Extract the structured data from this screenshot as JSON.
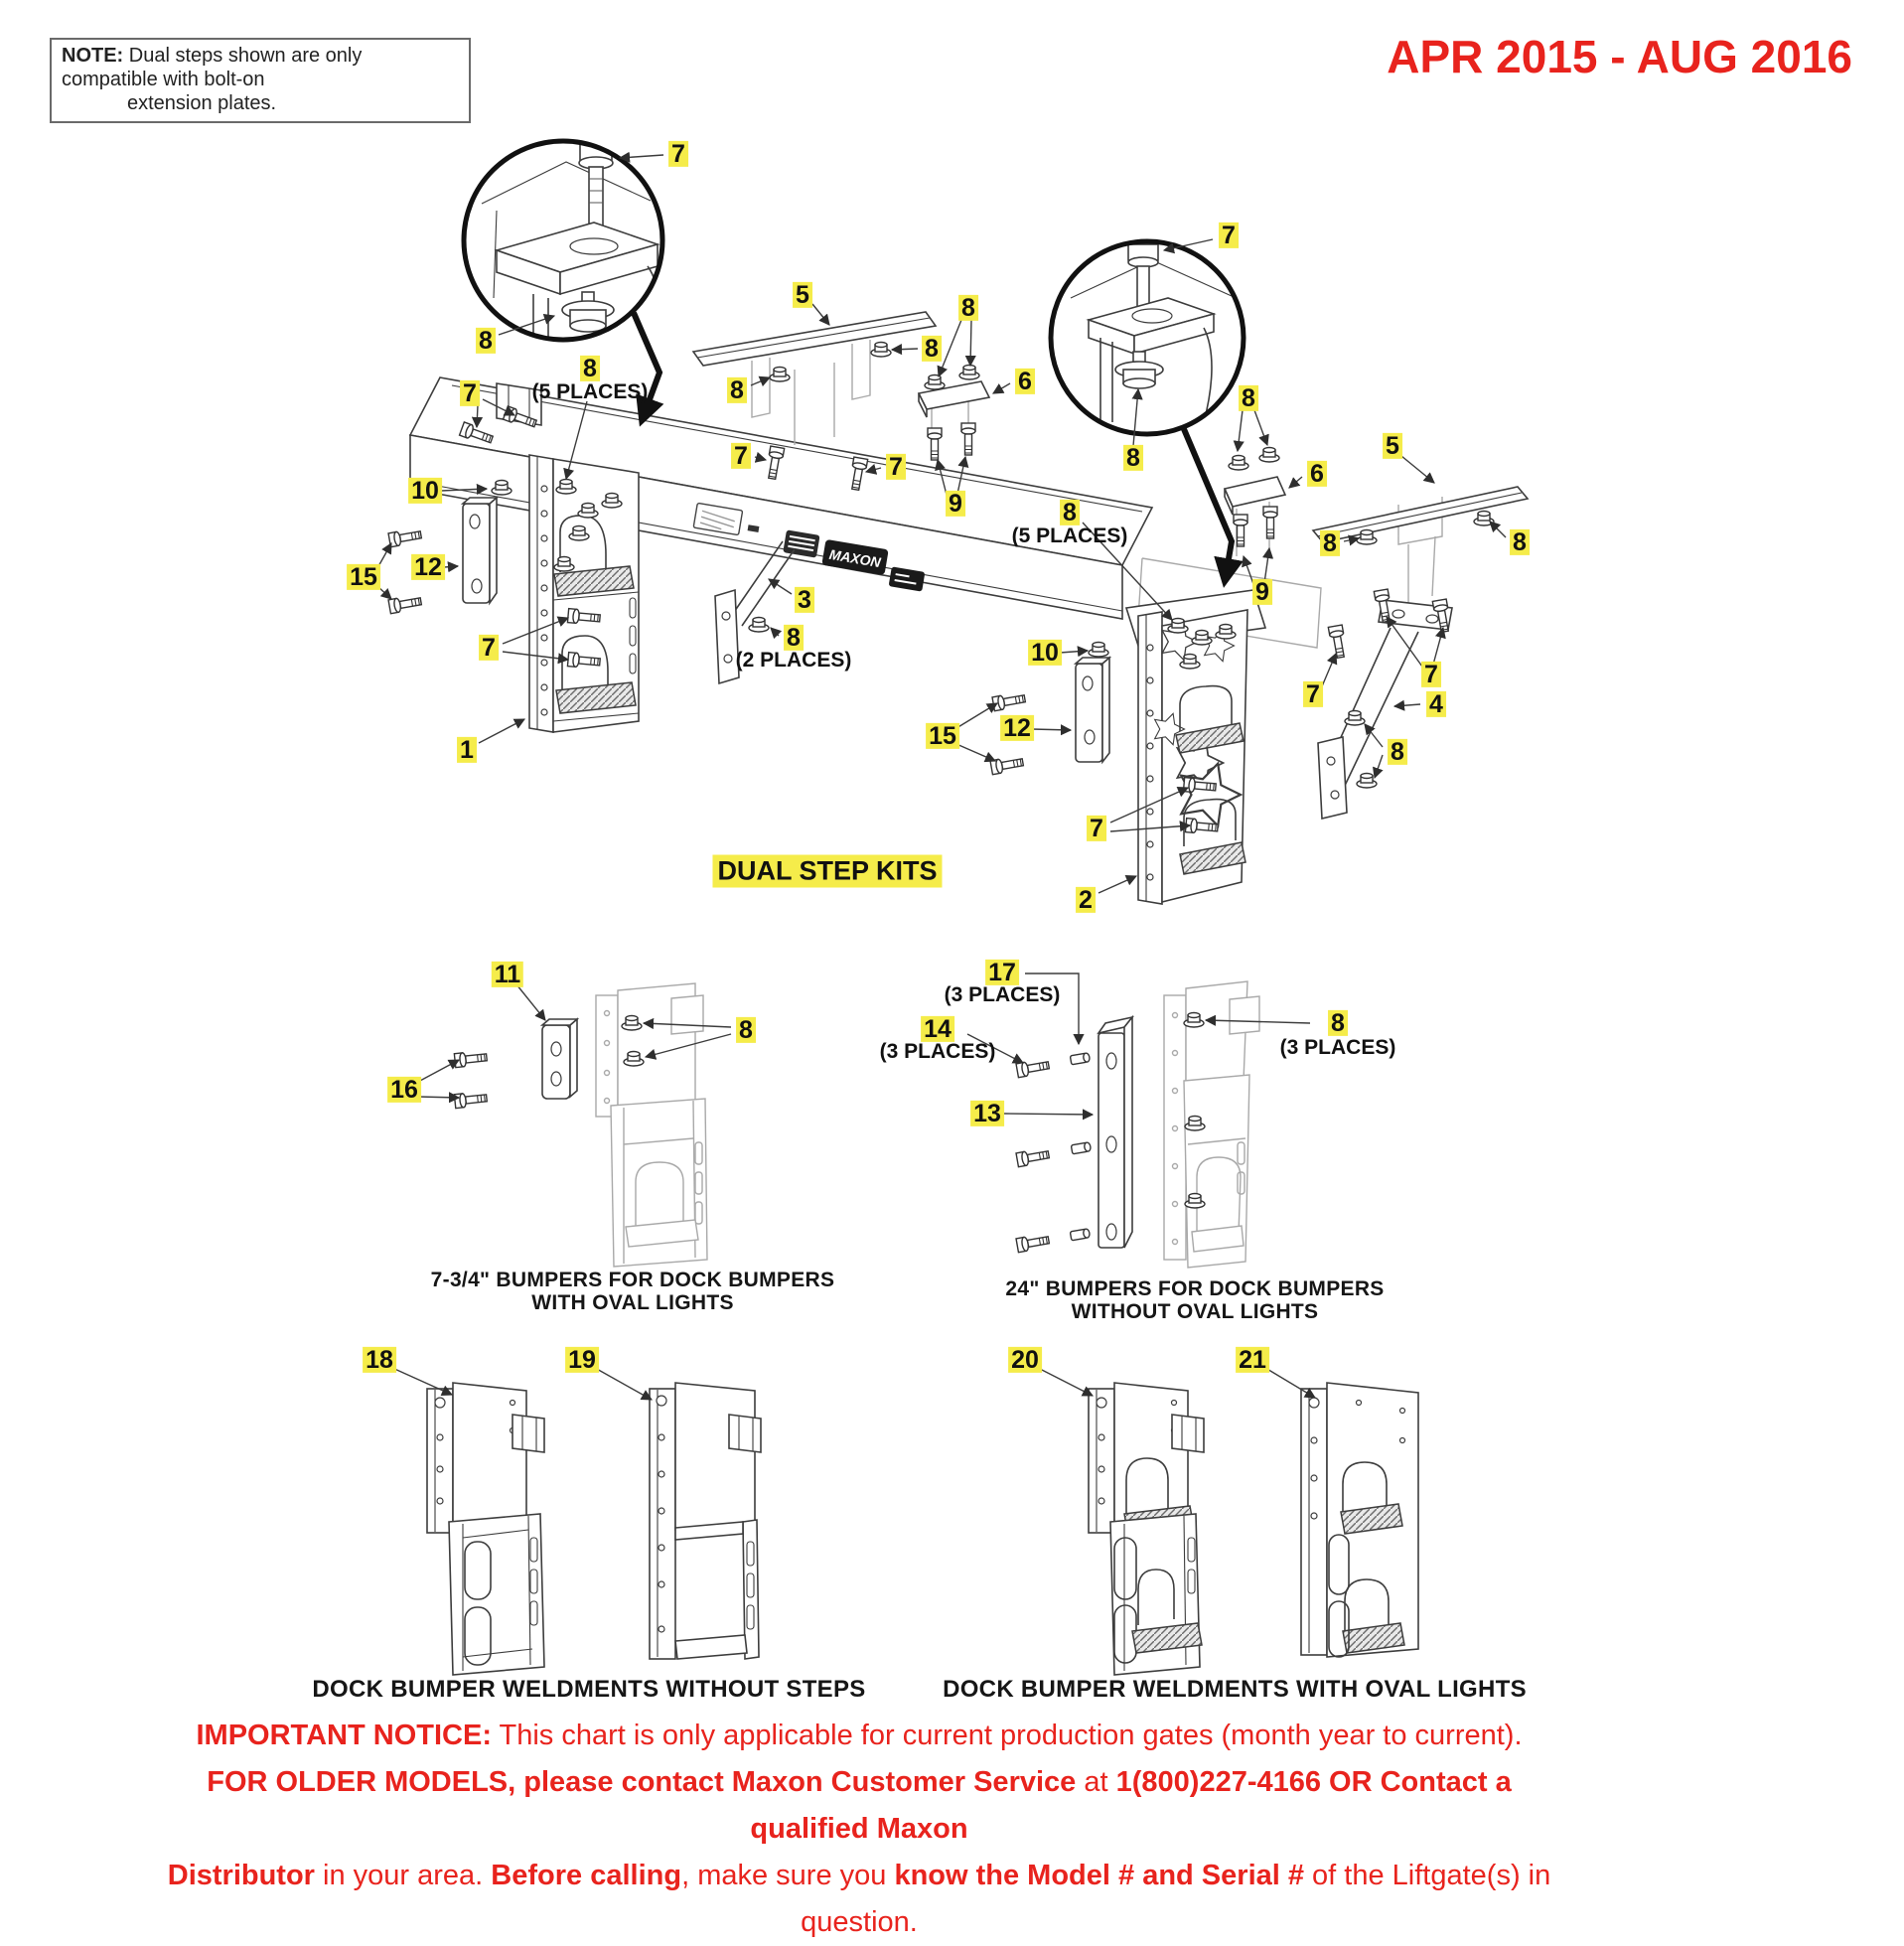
{
  "note": {
    "label": "NOTE:",
    "line1": "Dual steps shown are only compatible with bolt-on",
    "line2": "extension plates."
  },
  "title": "APR 2015 - AUG 2016",
  "diagram": {
    "main_caption": "DUAL STEP KITS",
    "brand_decal": "MAXON",
    "sections": {
      "bumpers_734": {
        "line1": "7-3/4\" BUMPERS FOR DOCK BUMPERS",
        "line2": "WITH OVAL LIGHTS"
      },
      "bumpers_24": {
        "line1": "24\" BUMPERS FOR DOCK BUMPERS",
        "line2": "WITHOUT OVAL LIGHTS"
      },
      "weldments_without_steps": "DOCK BUMPER WELDMENTS WITHOUT STEPS",
      "weldments_with_oval_lights": "DOCK BUMPER WELDMENTS WITH OVAL LIGHTS"
    },
    "callouts": [
      {
        "label": "7"
      },
      {
        "label": "8"
      },
      {
        "label": "8",
        "places": "(5 PLACES)"
      },
      {
        "label": "7"
      },
      {
        "label": "10"
      },
      {
        "label": "12"
      },
      {
        "label": "15"
      },
      {
        "label": "7"
      },
      {
        "label": "1"
      },
      {
        "label": "5"
      },
      {
        "label": "8"
      },
      {
        "label": "8"
      },
      {
        "label": "8"
      },
      {
        "label": "6"
      },
      {
        "label": "7"
      },
      {
        "label": "7"
      },
      {
        "label": "9"
      },
      {
        "label": "8",
        "places": "(5 PLACES)"
      },
      {
        "label": "3"
      },
      {
        "label": "8",
        "places": "(2 PLACES)"
      },
      {
        "label": "10"
      },
      {
        "label": "12"
      },
      {
        "label": "15"
      },
      {
        "label": "7"
      },
      {
        "label": "2"
      },
      {
        "label": "7"
      },
      {
        "label": "8"
      },
      {
        "label": "8"
      },
      {
        "label": "6"
      },
      {
        "label": "5"
      },
      {
        "label": "8"
      },
      {
        "label": "8"
      },
      {
        "label": "9"
      },
      {
        "label": "7"
      },
      {
        "label": "7"
      },
      {
        "label": "4"
      },
      {
        "label": "8"
      },
      {
        "label": "11"
      },
      {
        "label": "8"
      },
      {
        "label": "16"
      },
      {
        "label": "17",
        "places": "(3 PLACES)"
      },
      {
        "label": "14",
        "places": "(3 PLACES)"
      },
      {
        "label": "8",
        "places": "(3 PLACES)"
      },
      {
        "label": "13"
      },
      {
        "label": "18"
      },
      {
        "label": "19"
      },
      {
        "label": "20"
      },
      {
        "label": "21"
      }
    ]
  },
  "notice": {
    "line1_strong": "IMPORTANT NOTICE:",
    "line1_rest": " This chart is only applicable for current production gates (month year to current).",
    "line2_strong1": "FOR OLDER MODELS, please contact Maxon Customer Service",
    "line2_mid": " at ",
    "line2_strong2": "1(800)227-4166 OR Contact a qualified Maxon",
    "line3_strong1": "Distributor",
    "line3_mid1": " in your area. ",
    "line3_strong2": "Before calling",
    "line3_mid2": ", make sure you ",
    "line3_strong3": "know the Model # and Serial #",
    "line3_rest": " of the Liftgate(s) in question."
  },
  "colors": {
    "accent_red": "#e8231d",
    "highlight_yellow": "#f5ec4a",
    "line_art": "#3d3d3d"
  }
}
